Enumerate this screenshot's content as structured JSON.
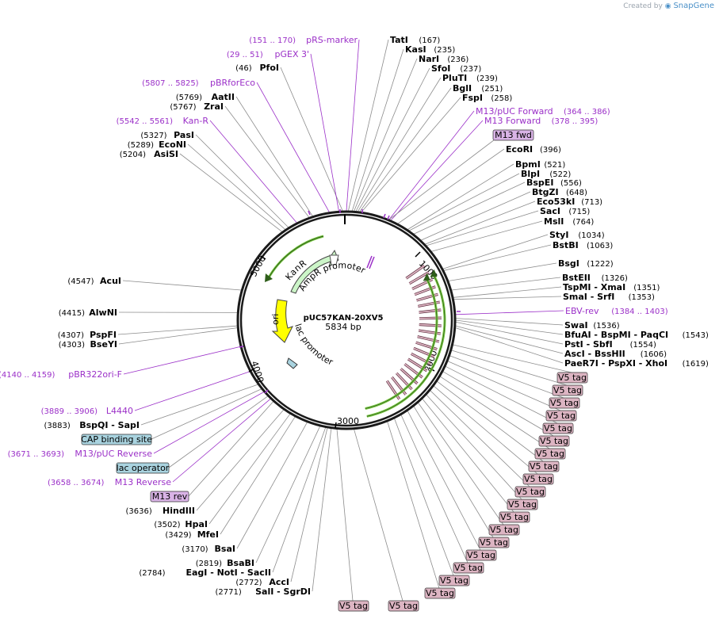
{
  "credit": {
    "prefix": "Created by",
    "brand": "SnapGene"
  },
  "plasmid": {
    "name": "pUC57KAN-20XV5",
    "size": "5834 bp"
  },
  "ticks": [
    "1000",
    "2000",
    "3000",
    "4000",
    "5000"
  ],
  "inner_features": [
    "KanR",
    "AmpR promoter",
    "ori",
    "lac promoter"
  ],
  "enzymes_right": [
    {
      "text": "TatI",
      "pos": "(167)"
    },
    {
      "text": "KasI",
      "pos": "(235)"
    },
    {
      "text": "NarI",
      "pos": "(236)"
    },
    {
      "text": "SfoI",
      "pos": "(237)"
    },
    {
      "text": "PluTI",
      "pos": "(239)"
    },
    {
      "text": "BglI",
      "pos": "(251)"
    },
    {
      "text": "FspI",
      "pos": "(258)"
    },
    {
      "text": "EcoRI",
      "pos": "(396)"
    },
    {
      "text": "BpmI",
      "pos": "(521)"
    },
    {
      "text": "BlpI",
      "pos": "(522)"
    },
    {
      "text": "BspEI",
      "pos": "(556)"
    },
    {
      "text": "BtgZI",
      "pos": "(648)"
    },
    {
      "text": "Eco53kI",
      "pos": "(713)"
    },
    {
      "text": "SacI",
      "pos": "(715)"
    },
    {
      "text": "MslI",
      "pos": "(764)"
    },
    {
      "text": "StyI",
      "pos": "(1034)"
    },
    {
      "text": "BstBI",
      "pos": "(1063)"
    },
    {
      "text": "BsgI",
      "pos": "(1222)"
    },
    {
      "text": "BstEII",
      "pos": "(1326)"
    },
    {
      "text": "TspMI - XmaI",
      "pos": "(1351)"
    },
    {
      "text": "SmaI - SrfI",
      "pos": "(1353)"
    },
    {
      "text": "SwaI",
      "pos": "(1536)"
    },
    {
      "text": "BfuAI - BspMI - PaqCI",
      "pos": "(1543)"
    },
    {
      "text": "PstI - SbfI",
      "pos": "(1554)"
    },
    {
      "text": "AscI - BssHII",
      "pos": "(1606)"
    },
    {
      "text": "PaeR7I - PspXI - XhoI",
      "pos": "(1619)"
    }
  ],
  "features_right": [
    {
      "range": "(364 .. 386)",
      "text": "M13/pUC Forward"
    },
    {
      "range": "(378 .. 395)",
      "text": "M13 Forward"
    },
    {
      "range": "(1384 .. 1403)",
      "text": "EBV-rev"
    }
  ],
  "enzymes_left": [
    {
      "pos": "(46)",
      "text": "PfoI"
    },
    {
      "pos": "(5769)",
      "text": "AatII"
    },
    {
      "pos": "(5767)",
      "text": "ZraI"
    },
    {
      "pos": "(5327)",
      "text": "PasI"
    },
    {
      "pos": "(5289)",
      "text": "EcoNI"
    },
    {
      "pos": "(5204)",
      "text": "AsiSI"
    },
    {
      "pos": "(4547)",
      "text": "AcuI"
    },
    {
      "pos": "(4415)",
      "text": "AlwNI"
    },
    {
      "pos": "(4307)",
      "text": "PspFI"
    },
    {
      "pos": "(4303)",
      "text": "BseYI"
    },
    {
      "pos": "(3883)",
      "text": "BspQI - SapI"
    },
    {
      "pos": "(3636)",
      "text": "HindIII"
    },
    {
      "pos": "(3502)",
      "text": "HpaI"
    },
    {
      "pos": "(3429)",
      "text": "MfeI"
    },
    {
      "pos": "(3170)",
      "text": "BsaI"
    },
    {
      "pos": "(2819)",
      "text": "BsaBI"
    },
    {
      "pos": "(2784)",
      "text": "EagI - NotI - SacII"
    },
    {
      "pos": "(2772)",
      "text": "AccI"
    },
    {
      "pos": "(2771)",
      "text": "SalI - SgrDI"
    }
  ],
  "features_left": [
    {
      "range": "(151 .. 170)",
      "text": "pRS-marker"
    },
    {
      "range": "(29 .. 51)",
      "text": "pGEX 3'"
    },
    {
      "range": "(5807 .. 5825)",
      "text": "pBRforEco"
    },
    {
      "range": "(5542 .. 5561)",
      "text": "Kan-R"
    },
    {
      "range": "(4140 .. 4159)",
      "text": "pBR322ori-F"
    },
    {
      "range": "(3889 .. 3906)",
      "text": "L4440"
    },
    {
      "range": "(3671 .. 3693)",
      "text": "M13/pUC Reverse"
    },
    {
      "range": "(3658 .. 3674)",
      "text": "M13 Reverse"
    }
  ],
  "boxes": [
    {
      "text": "M13 fwd",
      "kind": "primer"
    },
    {
      "text": "CAP binding site",
      "kind": "site"
    },
    {
      "text": "lac operator",
      "kind": "site"
    },
    {
      "text": "M13 rev",
      "kind": "primer"
    }
  ],
  "v5_tags": [
    "V5 tag",
    "V5 tag",
    "V5 tag",
    "V5 tag",
    "V5 tag",
    "V5 tag",
    "V5 tag",
    "V5 tag",
    "V5 tag",
    "V5 tag",
    "V5 tag",
    "V5 tag",
    "V5 tag",
    "V5 tag",
    "V5 tag",
    "V5 tag",
    "V5 tag",
    "V5 tag",
    "V5 tag",
    "V5 tag"
  ],
  "colors": {
    "enzyme_line": "#8c8c8c",
    "feature_purple": "#9b30c8",
    "primer_fill": "#d9b3e6",
    "site_fill": "#a9d3df",
    "v5_fill": "#dcb4c2",
    "kanr_fill": "#ccf5c8",
    "ori_fill": "#ffff00",
    "green_arc": "#7ac943"
  }
}
